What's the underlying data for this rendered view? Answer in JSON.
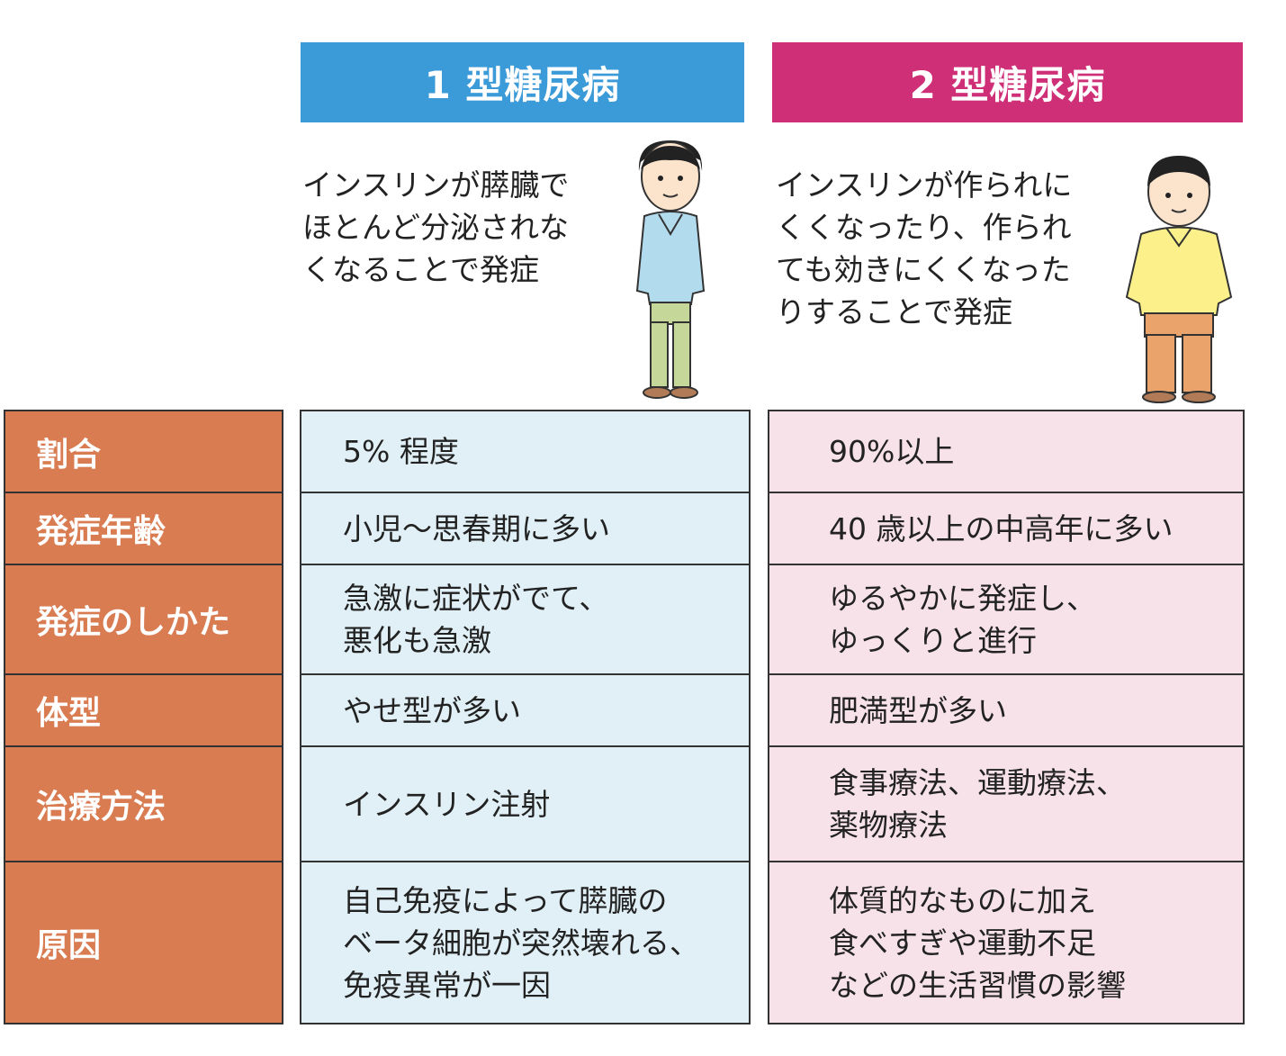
{
  "headers": {
    "type1": "1 型糖尿病",
    "type2": "2 型糖尿病"
  },
  "descriptions": {
    "type1": "インスリンが膵臓で\nほとんど分泌されな\nくなることで発症",
    "type2": "インスリンが作られに\nくくなったり、作られ\nても効きにくくなった\nりすることで発症"
  },
  "figures": {
    "type1": {
      "icon": "slim-person-icon",
      "shirt": "#b3dbee",
      "pants": "#c5d89a"
    },
    "type2": {
      "icon": "heavy-person-icon",
      "shirt": "#fbf089",
      "pants": "#eaa36b"
    }
  },
  "colors": {
    "type1_header": "#3b9ad8",
    "type2_header": "#cf2f76",
    "label_bg": "#d97c52",
    "type1_cell_bg": "#e1f0f6",
    "type2_cell_bg": "#f7e2ea"
  },
  "rows": [
    {
      "label": "割合",
      "type1": "5% 程度",
      "type2": "90%以上"
    },
    {
      "label": "発症年齢",
      "type1": "小児～思春期に多い",
      "type2": "40 歳以上の中高年に多い"
    },
    {
      "label": "発症のしかた",
      "type1": "急激に症状がでて、\n悪化も急激",
      "type2": "ゆるやかに発症し、\nゆっくりと進行"
    },
    {
      "label": "体型",
      "type1": "やせ型が多い",
      "type2": "肥満型が多い"
    },
    {
      "label": "治療方法",
      "type1": "インスリン注射",
      "type2": "食事療法、運動療法、\n薬物療法"
    },
    {
      "label": "原因",
      "type1": "自己免疫によって膵臓の\nベータ細胞が突然壊れる、\n免疫異常が一因",
      "type2": "体質的なものに加え\n食べすぎや運動不足\nなどの生活習慣の影響"
    }
  ]
}
